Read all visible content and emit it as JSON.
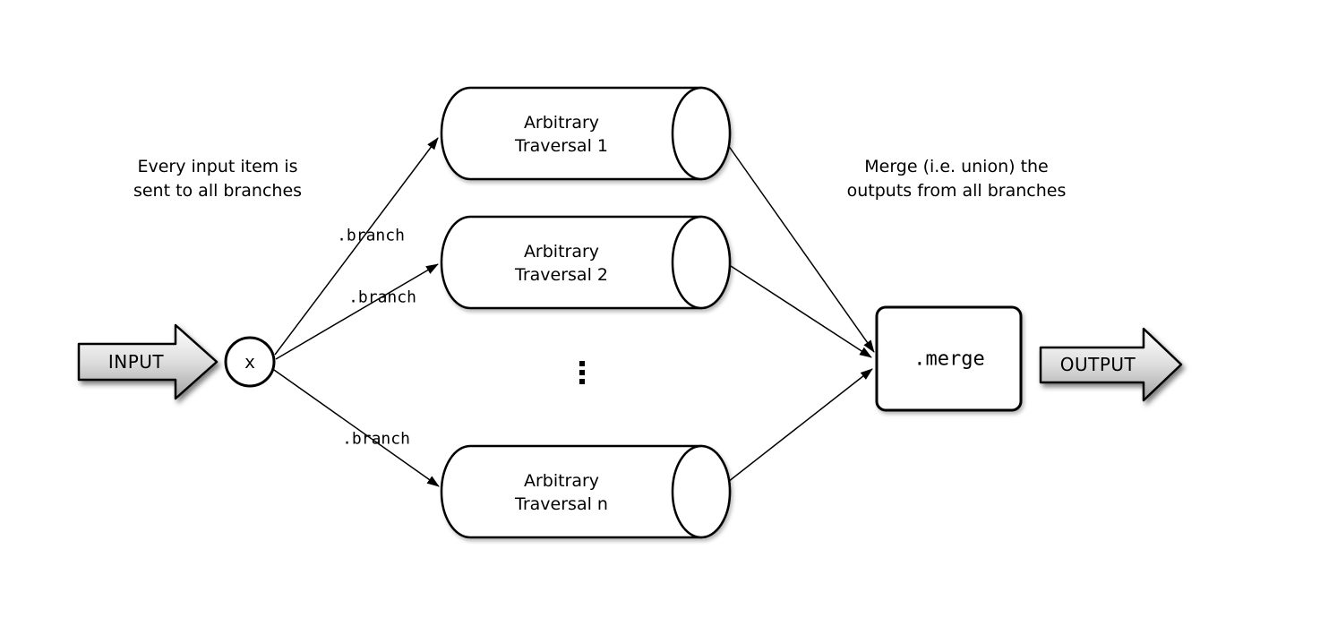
{
  "diagram": {
    "background": "#ffffff",
    "stroke_color": "#000000",
    "arrow_gradient_top": "#ffffff",
    "arrow_gradient_bottom": "#a3a3a3",
    "input": {
      "label": "INPUT"
    },
    "output": {
      "label": "OUTPUT"
    },
    "source_node": {
      "label": "x"
    },
    "branch_edges": [
      {
        "label": ".branch"
      },
      {
        "label": ".branch"
      },
      {
        "label": ".branch"
      }
    ],
    "merge_node": {
      "label": ".merge"
    },
    "traversals": [
      {
        "line1": "Arbitrary",
        "line2": "Traversal 1"
      },
      {
        "line1": "Arbitrary",
        "line2": "Traversal 2"
      },
      {
        "line1": "Arbitrary",
        "line2": "Traversal n"
      }
    ],
    "ellipsis_icon": "vertical-ellipsis",
    "annotations": {
      "left": {
        "line1": "Every input item is",
        "line2": "sent to all branches"
      },
      "right": {
        "line1": "Merge (i.e. union) the",
        "line2": "outputs from all branches"
      }
    }
  }
}
